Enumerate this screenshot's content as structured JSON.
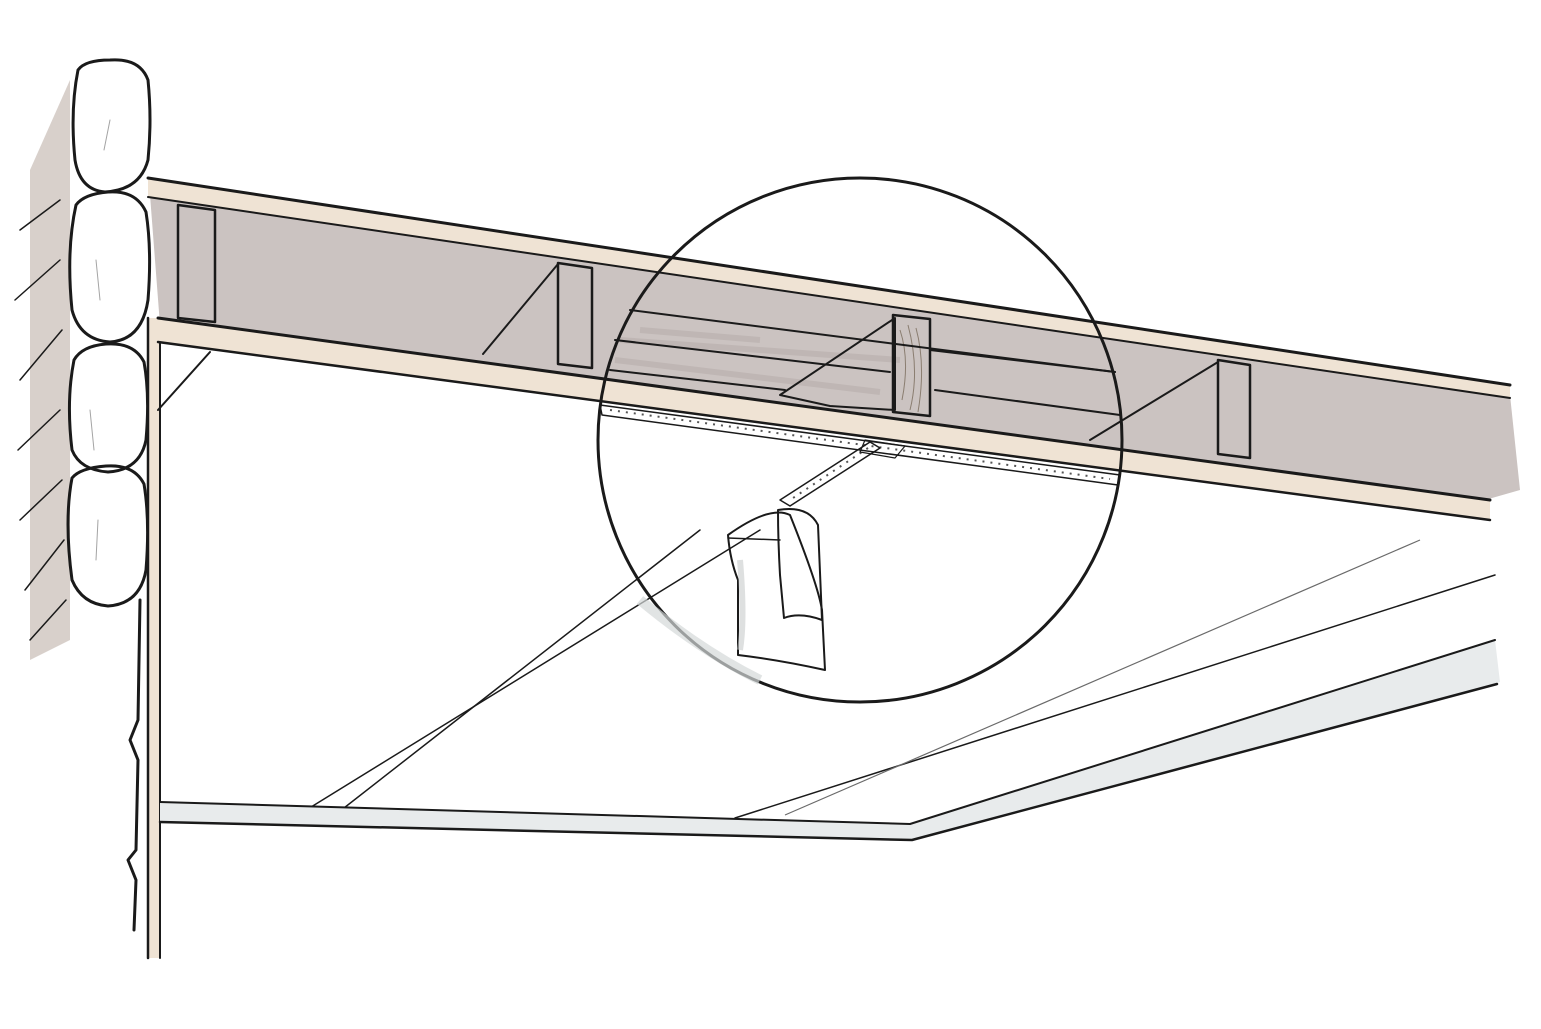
{
  "illustration": {
    "subject": "",
    "colors": {
      "log": "#ece2d6",
      "log_shadow": "#d8d0cb",
      "lumber": "#efe3d4",
      "joist_bay": "#cbc3c1",
      "ceiling_panel": "#f4f6f6",
      "metal_track": "#e8ebec",
      "tape": "#ffffff",
      "ink": "#1a1a1a",
      "background": "#ffffff"
    },
    "icons": [
      "log-wall",
      "ceiling-joists",
      "blocking",
      "resilient-channel",
      "drywall-seam",
      "tape-roll",
      "detail-magnifier-circle"
    ]
  }
}
